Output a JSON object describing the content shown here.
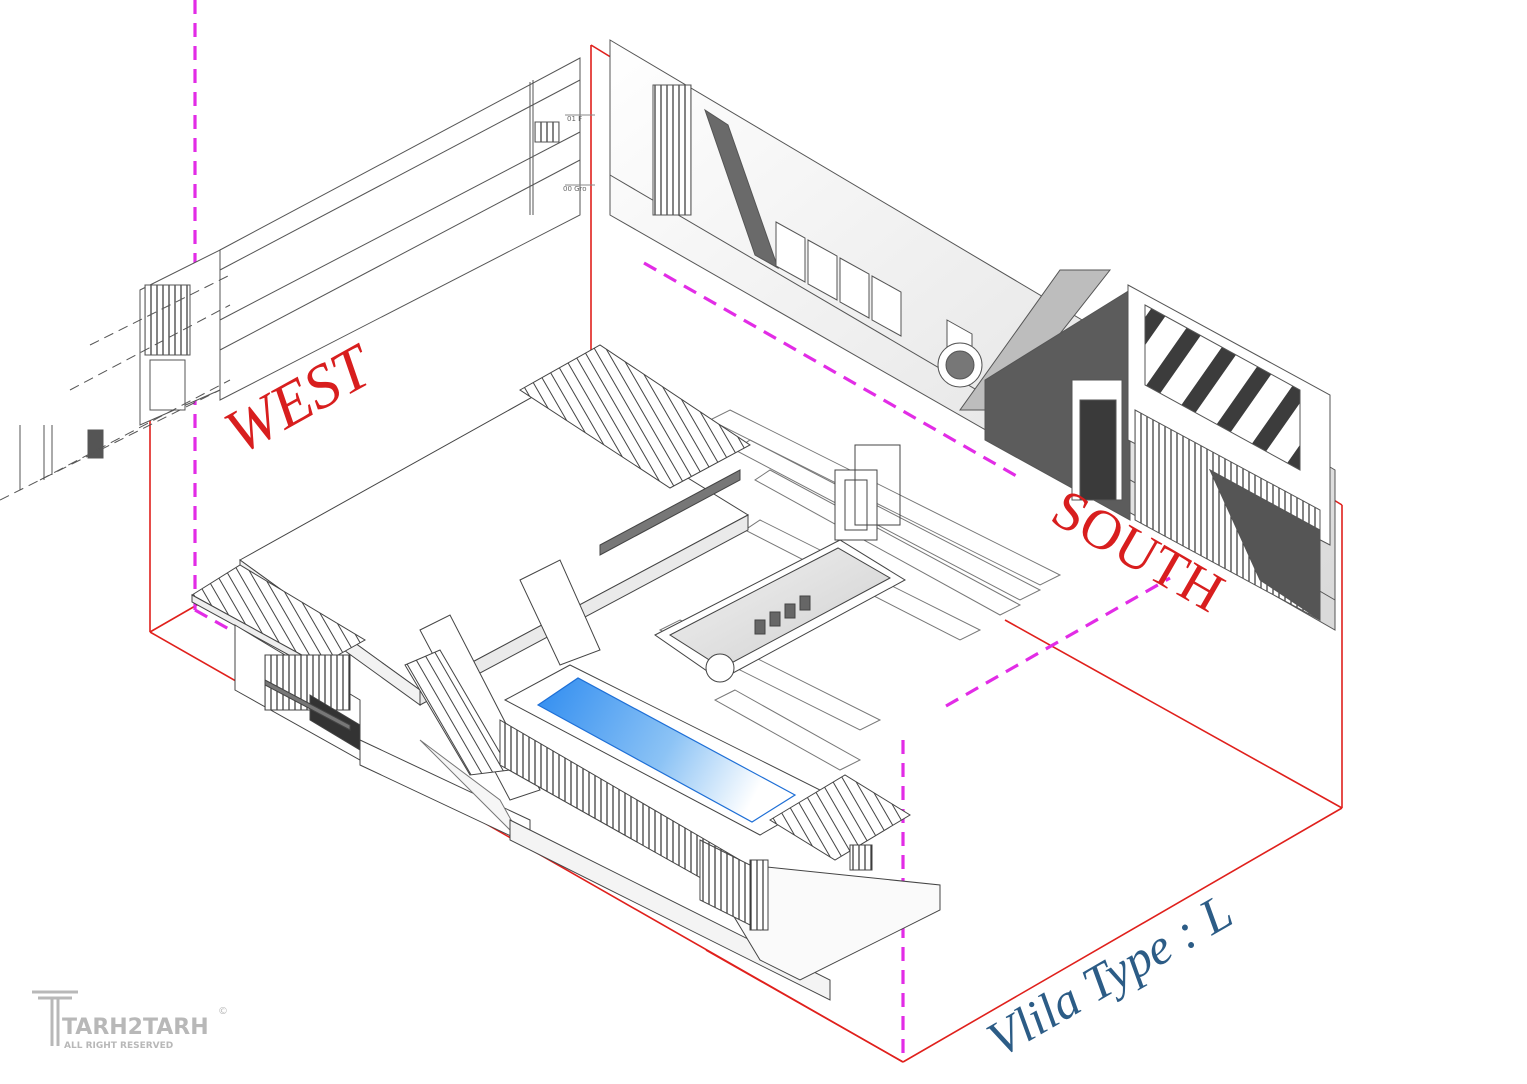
{
  "labels": {
    "west": "WEST",
    "south": "SOUTH",
    "villa_type": "Vlila Type : L"
  },
  "level_tags": {
    "level_01": "01 F",
    "level_00": "00 Gro"
  },
  "watermark": {
    "brand": "TARH2TARH",
    "rights": "ALL RIGHT RESERVED",
    "mark": "©"
  },
  "colors": {
    "frame_red": "#e0201c",
    "label_red": "#d81e1e",
    "axis_magenta": "#e22ce6",
    "type_blue": "#2c5c86",
    "pool_blue": "#3f9bf0",
    "line_gray": "#555555",
    "logo_gray": "#b8b8b8"
  }
}
